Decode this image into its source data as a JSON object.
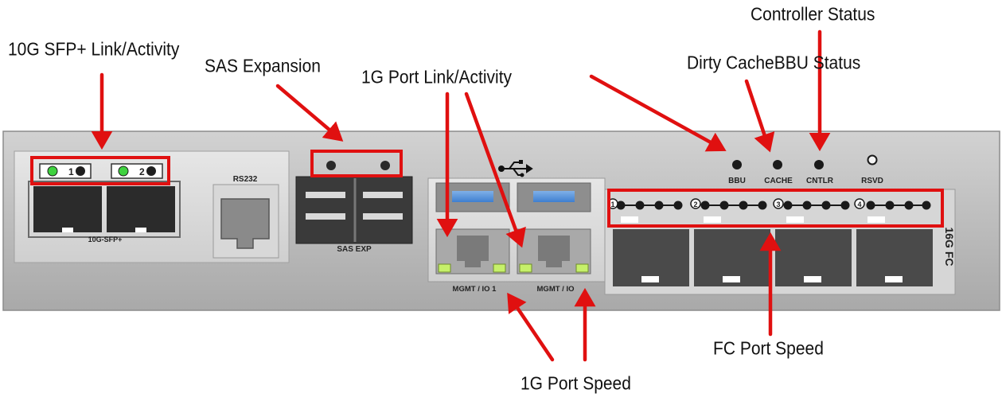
{
  "callouts": {
    "sfp_link": "10G SFP+ Link/Activity",
    "sas_expansion": "SAS Expansion",
    "port_link": "1G Port Link/Activity",
    "controller_status": "Controller Status",
    "dirty_cache_bbu": "Dirty CacheBBU Status",
    "port_speed": "1G Port Speed",
    "fc_port_speed": "FC Port Speed"
  },
  "panel_labels": {
    "sfp_port_1": "1",
    "sfp_port_2": "2",
    "sfp_group": "10G-SFP+",
    "rs232": "RS232",
    "sas_exp": "SAS EXP",
    "mgmt_io1": "MGMT  / IO 1",
    "mgmt_io": "MGMT  / IO",
    "bbu": "BBU",
    "cache": "CACHE",
    "cntlr": "CNTLR",
    "rsvd": "RSVD",
    "fc_1": "1",
    "fc_2": "2",
    "fc_3": "3",
    "fc_4": "4",
    "fc_group": "16G FC"
  },
  "icons": [
    "usb-icon"
  ],
  "colors": {
    "highlight": "#e01010",
    "arrow": "#e01010",
    "led_green": "#3fd23f",
    "chassis": "#b9b9b9"
  }
}
